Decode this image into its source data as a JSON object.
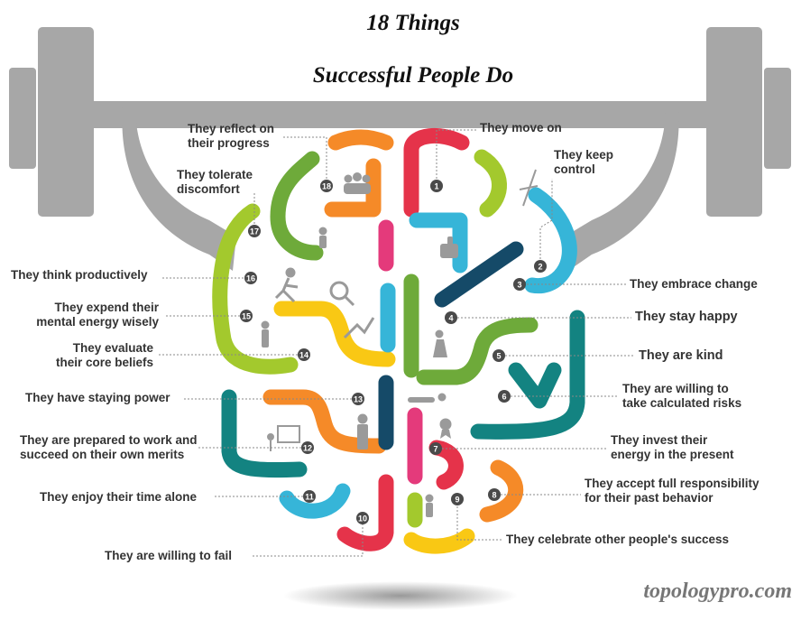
{
  "title": {
    "line1": "18 Things",
    "line2": "Successful People Do"
  },
  "watermark": "topologypro.com",
  "colors": {
    "barbell": "#a7a7a7",
    "red": "#e5334a",
    "orange": "#f58a28",
    "yellow": "#f9c814",
    "lime": "#a3c92d",
    "green": "#6eaa3a",
    "teal": "#138381",
    "cyan": "#36b5d8",
    "navy": "#154a68",
    "pink": "#e43a7b",
    "marker": "#4a4a4a"
  },
  "items": [
    {
      "num": "1",
      "text": "They move on"
    },
    {
      "num": "2",
      "text": "They keep\ncontrol"
    },
    {
      "num": "3",
      "text": "They embrace change"
    },
    {
      "num": "4",
      "text": "They stay happy"
    },
    {
      "num": "5",
      "text": "They are kind"
    },
    {
      "num": "6",
      "text": "They are willing to\ntake calculated risks"
    },
    {
      "num": "7",
      "text": "They invest their\nenergy in the present"
    },
    {
      "num": "8",
      "text": "They accept full responsibility\nfor their past behavior"
    },
    {
      "num": "9",
      "text": "They celebrate other people's success"
    },
    {
      "num": "10",
      "text": "They are willing to fail"
    },
    {
      "num": "11",
      "text": "They enjoy their time alone"
    },
    {
      "num": "12",
      "text": "They are prepared to work and\nsucceed on their own merits"
    },
    {
      "num": "13",
      "text": "They have staying power"
    },
    {
      "num": "14",
      "text": "They evaluate\ntheir core beliefs"
    },
    {
      "num": "15",
      "text": "They expend their\nmental energy wisely"
    },
    {
      "num": "16",
      "text": "They think productively"
    },
    {
      "num": "17",
      "text": "They tolerate\ndiscomfort"
    },
    {
      "num": "18",
      "text": "They reflect on\ntheir progress"
    }
  ]
}
